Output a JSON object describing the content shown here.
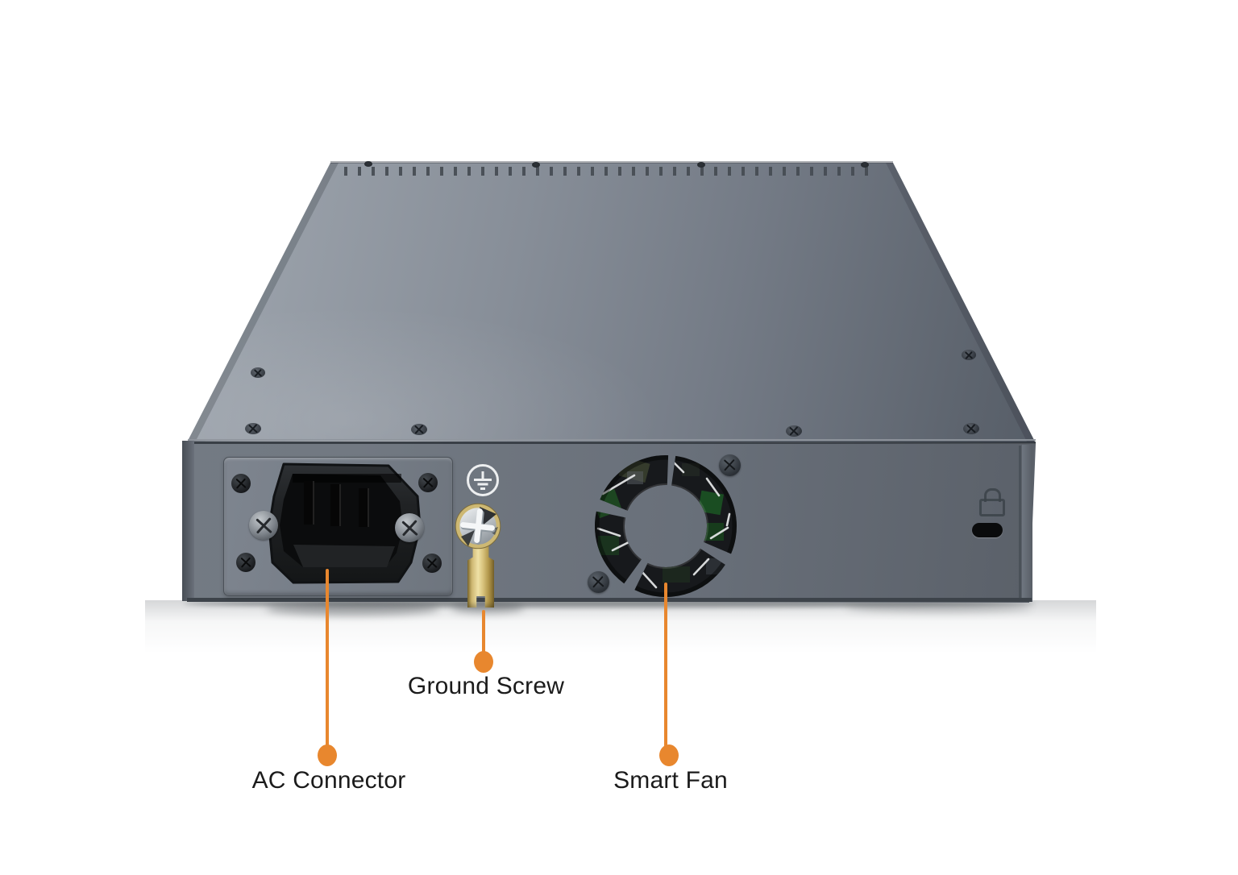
{
  "figure": {
    "type": "annotated-product-rear-view",
    "subject": "network switch rear panel",
    "background_color": "#FFFFFF",
    "colors": {
      "accent_orange": "#E8872E",
      "label_text": "#1B1B1B",
      "chassis_light": "#A6ABB3",
      "chassis_dark": "#4A515A",
      "rear_panel": "#69707A",
      "brass_lug": "#D9C47E",
      "fan_pcb_green": "#1E5223",
      "ground_icon": "#EDEFF0"
    },
    "callouts": [
      {
        "id": "ac-connector",
        "label": "AC Connector",
        "target": "ac-inlet"
      },
      {
        "id": "ground-screw",
        "label": "Ground Screw",
        "target": "ground-screw"
      },
      {
        "id": "smart-fan",
        "label": "Smart Fan",
        "target": "fan-vent"
      }
    ],
    "icons": [
      "ground-symbol-icon",
      "padlock-icon",
      "kensington-lock-slot",
      "phillips-screw-icon",
      "fan-vent",
      "ac-inlet"
    ]
  }
}
